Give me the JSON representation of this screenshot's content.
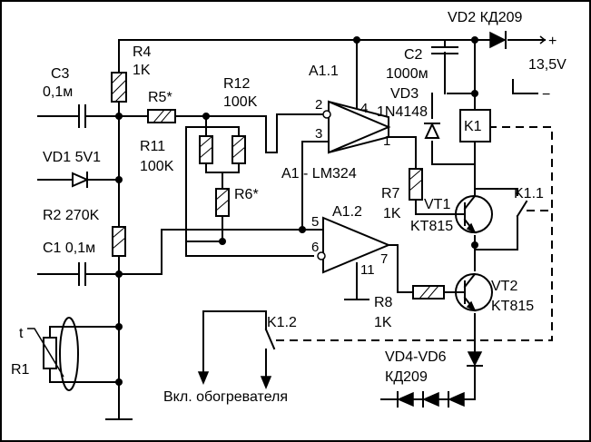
{
  "labels": {
    "c3": "C3",
    "c3_val": "0,1м",
    "r4": "R4",
    "r4_val": "1K",
    "r5": "R5*",
    "r12": "R12",
    "r12_val": "100K",
    "a11": "A1.1",
    "vd2": "VD2 КД209",
    "c2": "C2",
    "c2_val": "1000м",
    "supply_voltage": "13,5V",
    "plus": "+",
    "minus": "−",
    "vd3": "VD3",
    "vd3_val": "1N4148",
    "k1": "K1",
    "vd1": "VD1 5V1",
    "r11": "R11",
    "r11_val": "100K",
    "r6": "R6*",
    "a1_lm324": "A1 - LM324",
    "r7": "R7",
    "r7_val": "1K",
    "vt1": "VT1",
    "vt1_val": "KT815",
    "k11": "K1.1",
    "r2": "R2 270K",
    "a12": "A1.2",
    "c1": "C1 0,1м",
    "vt2": "VT2",
    "vt2_val": "KT815",
    "r8": "R8",
    "r8_val": "1K",
    "k12": "K1.2",
    "t": "t",
    "r1": "R1",
    "vd4_vd6": "VD4-VD6",
    "vd4_vd6_val": "КД209",
    "heater_caption": "Вкл. обогревателя"
  },
  "pins": {
    "a11_in_inv": "2",
    "a11_in_noninv": "3",
    "a11_out": "1",
    "a1_vcc": "4",
    "a12_in_noninv": "5",
    "a12_in_inv": "6",
    "a12_out": "7",
    "a1_gnd": "11"
  }
}
